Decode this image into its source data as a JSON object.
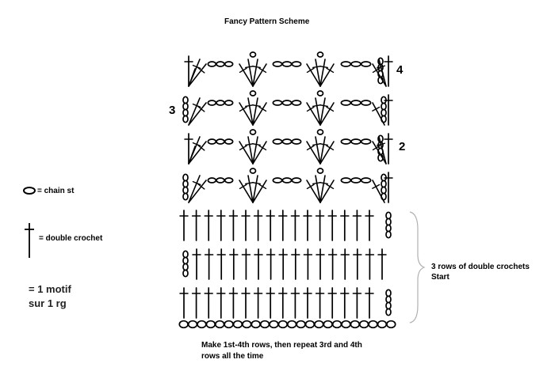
{
  "title": "Fancy Pattern Scheme",
  "legend": {
    "chain": {
      "symbol": "chain-st-oval",
      "label": "= chain st"
    },
    "double_crochet": {
      "symbol": "double-crochet-cross",
      "label": "= double crochet"
    },
    "motif": {
      "line1": "= 1 motif",
      "line2": "sur 1 rg"
    }
  },
  "row_numbers": {
    "row2": "2",
    "row3": "3",
    "row4": "4"
  },
  "bracket": {
    "line1": "3 rows of double crochets",
    "line2": "Start"
  },
  "instructions": {
    "line1": "Make 1st-4th rows, then repeat 3rd and 4th",
    "line2": "rows all the time"
  },
  "pattern": {
    "foundation_chain_count": 24,
    "double_crochet_rows": 3,
    "double_crochets_per_row": 16,
    "fan_rows": 4,
    "fans_per_row": 3,
    "stitches_per_fan": 4
  },
  "colors": {
    "ink": "#000000",
    "bracket": "#b0b0b0"
  }
}
